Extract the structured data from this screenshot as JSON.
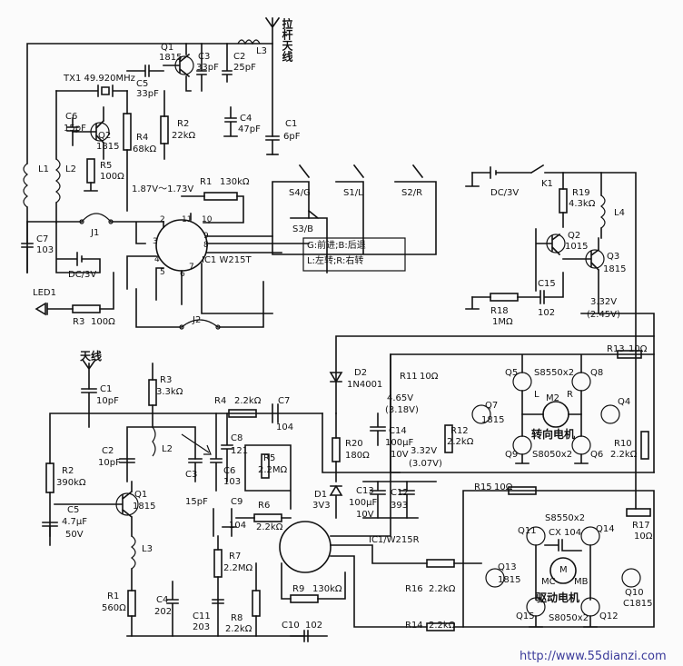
{
  "tx": {
    "antenna": "拉杆天线",
    "q1": "Q1",
    "q1_type": "1815",
    "c3": "C3",
    "c3_val": "33pF",
    "c2": "C2",
    "c2_val": "25pF",
    "l3": "L3",
    "crystal": "TX1 49.920MHz",
    "c5": "C5",
    "c5_val": "33pF",
    "r2": "R2",
    "r2_val": "22kΩ",
    "c4": "C4",
    "c4_val": "47pF",
    "c1": "C1",
    "c1_val": "6pF",
    "c6": "C6",
    "c6_val": "15pF",
    "q2": "Q2",
    "q2_type": "1815",
    "r4": "R4",
    "r4_val": "68kΩ",
    "r5": "R5",
    "r5_val": "100Ω",
    "l1": "L1",
    "l2": "L2",
    "volt_range": "1.87V～1.73V",
    "r1": "R1",
    "r1_val": "130kΩ",
    "j1": "J1",
    "c7": "C7",
    "c7_val": "103",
    "dc": "DC/3V",
    "ic": "IC1  W215T",
    "led": "LED1",
    "r3": "R3",
    "r3_val": "100Ω",
    "j2": "J2",
    "s4": "S4/G",
    "s1": "S1/L",
    "s2": "S2/R",
    "s3": "S3/B",
    "legend_1": "G:前进;B:后退",
    "legend_2": "L:左转;R:右转"
  },
  "rx": {
    "antenna": "天线",
    "c1": "C1",
    "c1_val": "10pF",
    "r3": "R3",
    "r3_val": "3.3kΩ",
    "r4": "R4",
    "r4_val": "2.2kΩ",
    "c7": "C7",
    "c7_val": "104",
    "c8": "C8",
    "c8_val": "121",
    "r5": "R5",
    "r5_val": "2.2MΩ",
    "c6": "C6",
    "c6_val": "103",
    "c2": "C2",
    "c2_val": "10pF",
    "l2": "L2",
    "c3": "C3",
    "c3_val": "15pF",
    "r2": "R2",
    "r2_val": "390kΩ",
    "q1": "Q1",
    "q1_type": "1815",
    "c5": "C5",
    "c5_val": "4.7μF",
    "c5_v": "50V",
    "l3": "L3",
    "r1": "R1",
    "r1_val": "560Ω",
    "c4": "C4",
    "c4_val": "202",
    "c9": "C9",
    "c9_val": "104",
    "r6": "R6",
    "r6_val": "2.2kΩ",
    "r7": "R7",
    "r7_val": "2.2MΩ",
    "c11": "C11",
    "c11_val": "203",
    "r8": "R8",
    "r8_val": "2.2kΩ",
    "c10": "C10",
    "c10_val": "102",
    "r9": "R9",
    "r9_val": "130kΩ",
    "ic": "IC1/W215R",
    "d1": "D1",
    "d1_val": "3V3",
    "r20": "R20",
    "r20_val": "180Ω",
    "c14": "C14",
    "c14_val": "100μF",
    "c14_v": "10V",
    "c13": "C13",
    "c13_val": "100μF",
    "c13_v": "10V",
    "c12": "C12",
    "c12_val": "393",
    "d2": "D2",
    "d2_val": "1N4001",
    "v1": "4.65V",
    "v1b": "(3.18V)",
    "v2": "3.32V",
    "v2b": "(3.07V)",
    "r16": "R16",
    "r16_val": "2.2kΩ",
    "r14": "R14",
    "r14_val": "2.2kΩ"
  },
  "motor": {
    "dc": "DC/3V",
    "k1": "K1",
    "r19": "R19",
    "r19_val": "4.3kΩ",
    "l4": "L4",
    "q2": "Q2",
    "q2_type": "1015",
    "q3": "Q3",
    "q3_type": "1815",
    "c15": "C15",
    "c15_val": "102",
    "r18": "R18",
    "r18_val": "1MΩ",
    "v3": "3.32V",
    "v3b": "(2.45V)",
    "r11": "R11",
    "r11_val": "10Ω",
    "r13": "R13",
    "r13_val": "10Ω",
    "q5": "Q5",
    "s8550": "S8550x2",
    "q8": "Q8",
    "q7": "Q7",
    "q7_type": "1815",
    "q4": "Q4",
    "r12": "R12",
    "r12_val": "2.2kΩ",
    "r10": "R10",
    "r10_val": "2.2kΩ",
    "steer": "转向电机",
    "m2": "M2",
    "l_mark": "L",
    "r_mark": "R",
    "q9": "Q9",
    "s8050": "S8050x2",
    "q6": "Q6",
    "r15": "R15",
    "r15_val": "10Ω",
    "r17": "R17",
    "r17_val": "10Ω",
    "q11": "Q11",
    "s8550b": "S8550x2",
    "q14": "Q14",
    "cx": "CX  104",
    "q13": "Q13",
    "q13_type": "1815",
    "q10": "Q10",
    "q10_type": "C1815",
    "mc": "MC",
    "mb": "MB",
    "m": "M",
    "drive": "驱动电机",
    "q15": "Q15",
    "s8050b": "S8050x2",
    "q12": "Q12"
  },
  "watermark": "http://www.55dianzi.com"
}
